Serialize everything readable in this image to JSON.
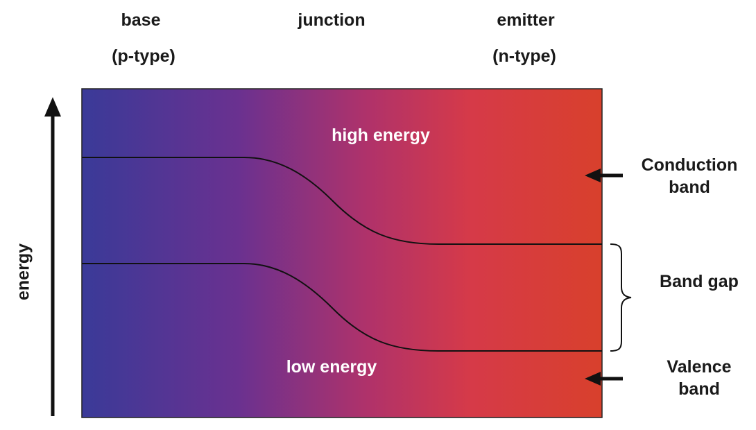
{
  "columns": {
    "base": {
      "title": "base",
      "type": "(p-type)"
    },
    "junction": {
      "title": "junction"
    },
    "emitter": {
      "title": "emitter",
      "type": "(n-type)"
    }
  },
  "axis": {
    "label": "energy"
  },
  "regions": {
    "high": "high energy",
    "low": "low energy"
  },
  "bands": {
    "conduction": [
      "Conduction",
      "band"
    ],
    "gap": "Band gap",
    "valence": [
      "Valence",
      "band"
    ]
  },
  "colors": {
    "gradient_left": "#3a3a98",
    "gradient_mid": "#9a3278",
    "gradient_right": "#d8402c",
    "line": "#111111",
    "text": "#1a1a1a"
  }
}
